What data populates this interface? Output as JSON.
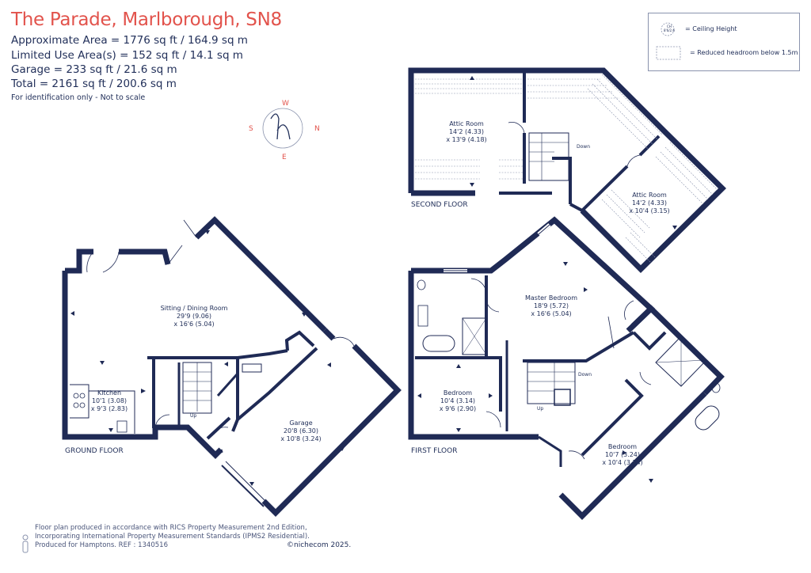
{
  "header": {
    "title": "The Parade, Marlborough, SN8",
    "approximate_area": "Approximate Area = 1776 sq ft / 164.9 sq m",
    "limited_use_area": "Limited Use Area(s) = 152 sq ft / 14.1 sq m",
    "garage_area": "Garage = 233 sq ft / 21.6 sq m",
    "total_area": "Total = 2161 sq ft / 200.6 sq m",
    "disclaimer": "For identification only - Not to scale"
  },
  "legend": {
    "ceiling_symbol": "CH\n8'6/2.6",
    "ceiling_height": "= Ceiling Height",
    "reduced_headroom": "= Reduced headroom below 1.5m"
  },
  "compass": {
    "w": "W",
    "n": "N",
    "s": "S",
    "e": "E",
    "logo_letter": "h"
  },
  "floors": {
    "ground": "GROUND FLOOR",
    "first": "FIRST FLOOR",
    "second": "SECOND FLOOR"
  },
  "rooms": {
    "sitting_dining": {
      "name": "Sitting / Dining Room",
      "dim1": "29'9 (9.06)",
      "dim2": "x 16'6 (5.04)"
    },
    "kitchen": {
      "name": "Kitchen",
      "dim1": "10'1 (3.08)",
      "dim2": "x 9'3 (2.83)"
    },
    "garage": {
      "name": "Garage",
      "dim1": "20'8 (6.30)",
      "dim2": "x 10'8 (3.24)"
    },
    "master_bedroom": {
      "name": "Master Bedroom",
      "dim1": "18'9 (5.72)",
      "dim2": "x 16'6 (5.04)"
    },
    "bedroom_1": {
      "name": "Bedroom",
      "dim1": "10'4 (3.14)",
      "dim2": "x 9'6 (2.90)"
    },
    "bedroom_2": {
      "name": "Bedroom",
      "dim1": "10'7 (3.24)",
      "dim2": "x 10'4 (3.14)"
    },
    "attic_1": {
      "name": "Attic Room",
      "dim1": "14'2 (4.33)",
      "dim2": "x 13'9 (4.18)"
    },
    "attic_2": {
      "name": "Attic Room",
      "dim1": "14'2 (4.33)",
      "dim2": "x 10'4 (3.15)"
    }
  },
  "stairs": {
    "ground_up": "Up",
    "first_up": "Up",
    "first_down": "Down",
    "second_down": "Down"
  },
  "footer": {
    "line1": "Floor plan produced in accordance with RICS Property Measurement 2nd Edition,",
    "line2": "Incorporating International Property Measurement Standards (IPMS2 Residential).",
    "line3": "Produced for Hamptons.   REF : 1340516",
    "brand": "©nichecom 2025."
  },
  "colors": {
    "wall": "#1f2a55",
    "title": "#e2534c",
    "text": "#22305a"
  }
}
